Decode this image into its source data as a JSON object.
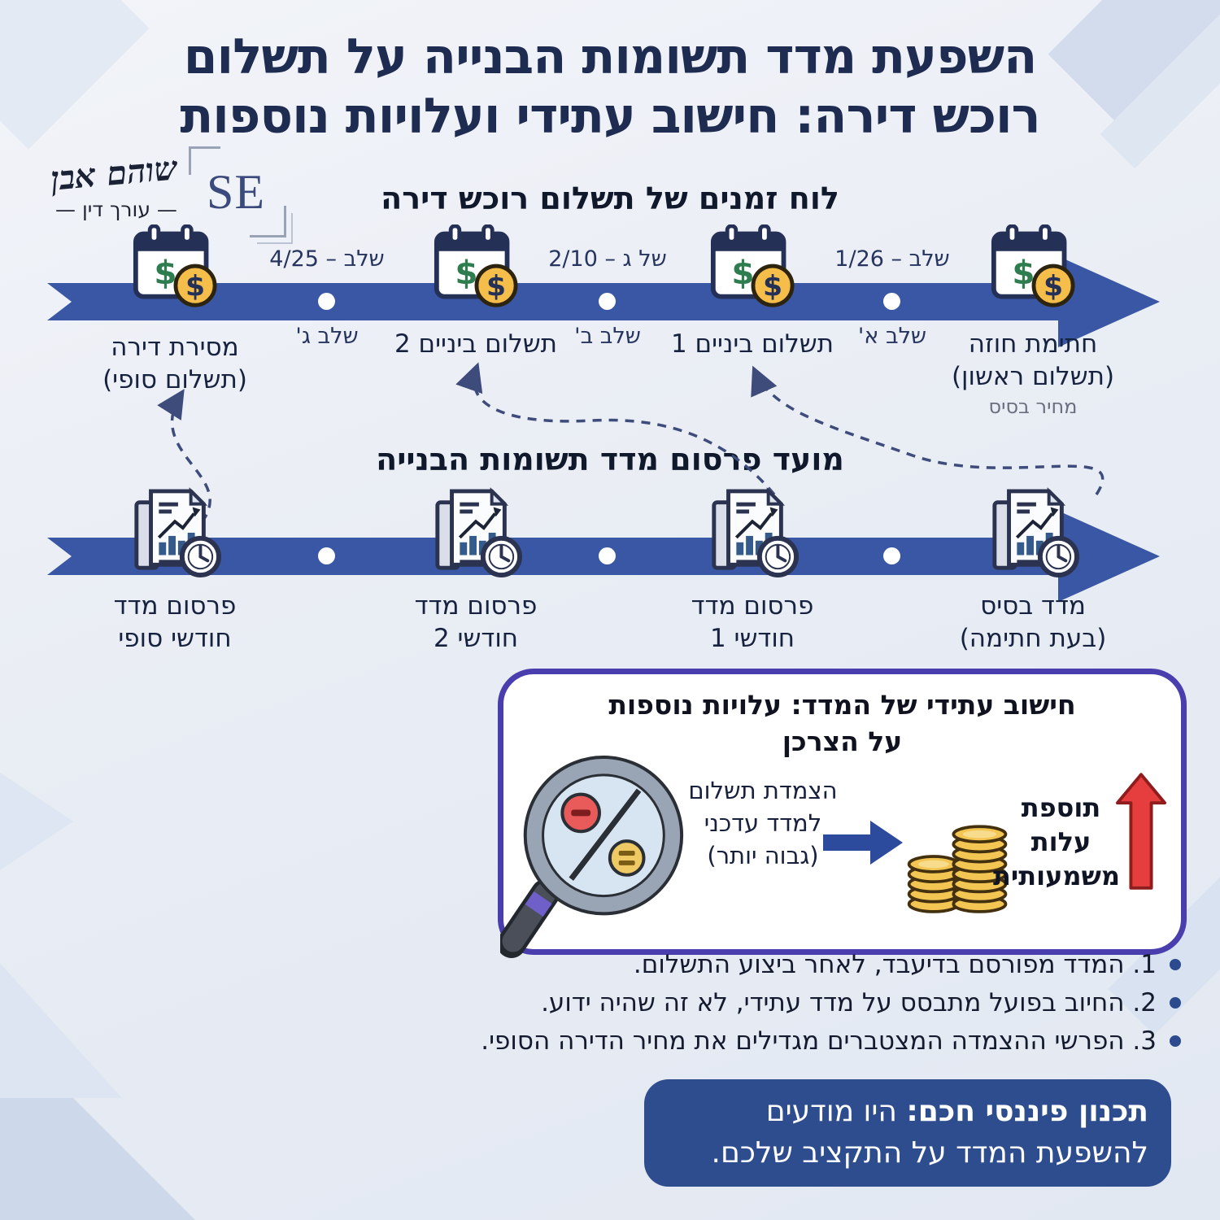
{
  "title": {
    "line1": "השפעת מדד תשומות הבנייה על תשלום",
    "line2": "רוכש דירה: חישוב עתידי ועלויות נוספות"
  },
  "logo": {
    "signature": "שוהם אבן",
    "role": "— עורך דין —",
    "monogram": "SE"
  },
  "timeline_payments": {
    "title": "לוח זמנים של תשלום רוכש דירה",
    "events": [
      {
        "line1": "מסירת דירה",
        "line2": "(תשלום סופי)"
      },
      {
        "line1": "תשלום ביניים 2",
        "line2": ""
      },
      {
        "line1": "תשלום ביניים 1",
        "line2": ""
      },
      {
        "line1": "חתימת חוזה",
        "line2": "(תשלום ראשון)",
        "note": "מחיר בסיס"
      }
    ],
    "milestones": [
      {
        "date": "שלב – 4/25",
        "stage": "שלב ג'"
      },
      {
        "date": "של ג – 2/10",
        "stage": "שלב ב'"
      },
      {
        "date": "שלב – 1/26",
        "stage": "שלב א'"
      }
    ]
  },
  "timeline_index": {
    "title": "מועד פרסום מדד תשומות הבנייה",
    "events": [
      {
        "line1": "פרסום מדד",
        "line2": "חודשי סופי"
      },
      {
        "line1": "פרסום מדד",
        "line2": "חודשי 2"
      },
      {
        "line1": "פרסום מדד",
        "line2": "חודשי 1"
      },
      {
        "line1": "מדד בסיס",
        "line2": "(בעת חתימה)"
      }
    ]
  },
  "highlight_box": {
    "title_line1": "חישוב עתידי של המדד: עלויות נוספות",
    "title_line2": "על הצרכן",
    "cause": {
      "line1": "הצמדת תשלום",
      "line2": "למדד עדכני",
      "line3": "(גבוה יותר)"
    },
    "effect": {
      "line1": "תוספת",
      "line2": "עלות",
      "line3": "משמעותית"
    }
  },
  "notes": [
    "1. המדד מפורסם בדיעבד, לאחר ביצוע התשלום.",
    "2. החיוב בפועל מתבסס על מדד עתידי, לא זה שהיה ידוע.",
    "3. הפרשי ההצמדה המצטברים מגדילים את מחיר הדירה הסופי."
  ],
  "footer": {
    "bold": "תכנון פיננסי חכם:",
    "rest": " היו מודעים",
    "line2": "להשפעת המדד על התקציב שלכם."
  },
  "icons": {
    "dollar": "$",
    "calendar_payment": "calendar-dollar-icon",
    "index_report": "report-clock-icon",
    "magnifier": "magnifier-percent-icon",
    "coins": "coin-stacks-icon",
    "up_arrow": "red-up-arrow-icon"
  },
  "colors": {
    "background": "#e9edf4",
    "title": "#1f2c52",
    "timeline_bar": "#3a57a5",
    "purple_border": "#4a3eae",
    "footer_bg": "#2e4d8e",
    "alert_red": "#e63e3e",
    "coin_gold": "#f3c553",
    "dollar_green": "#2e7d4f"
  }
}
